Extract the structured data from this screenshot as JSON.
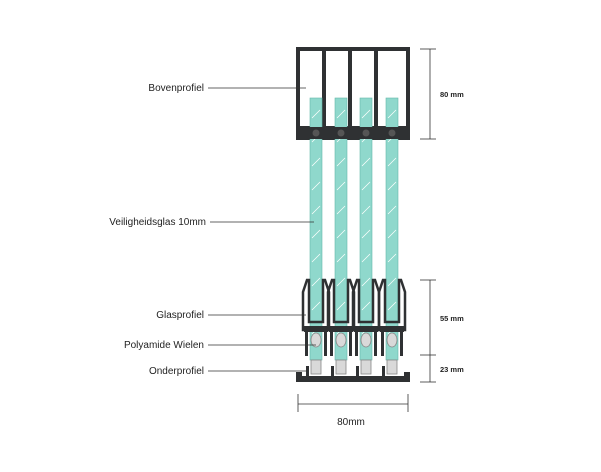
{
  "labels": {
    "bovenprofiel": "Bovenprofiel",
    "veiligheidsglas": "Veiligheidsglas 10mm",
    "glasprofiel": "Glasprofiel",
    "polyamide_wielen": "Polyamide Wielen",
    "onderprofiel": "Onderprofiel"
  },
  "dimensions": {
    "top_height": "80 mm",
    "glasprofiel_height": "55 mm",
    "onderprofiel_height": "23 mm",
    "total_width": "80mm"
  },
  "colors": {
    "profile": "#2f3133",
    "glass": "#8fd8cc",
    "glass_edge": "#66b8aa",
    "wheel": "#d9d9d9",
    "background": "#ffffff"
  },
  "panel_count": 4
}
